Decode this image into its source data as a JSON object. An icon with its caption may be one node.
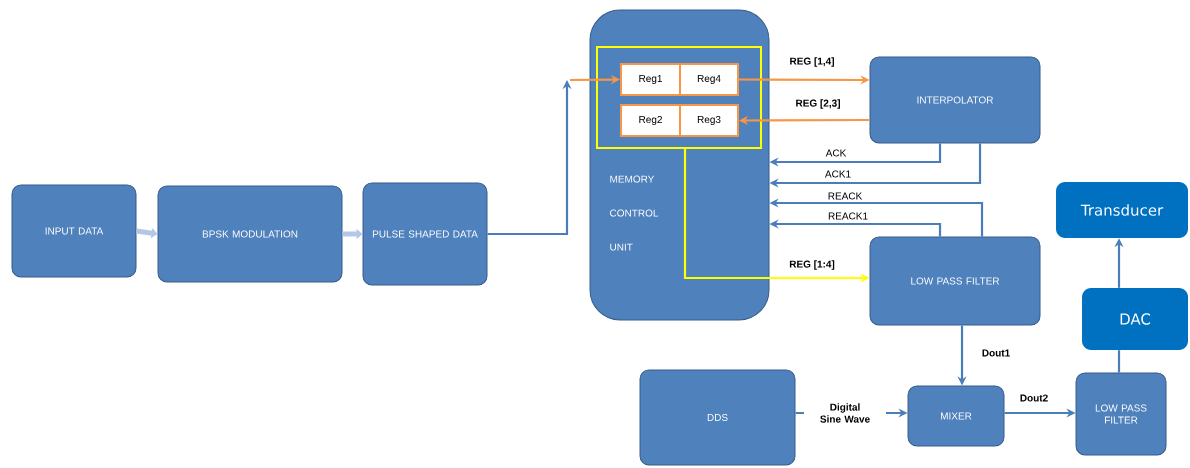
{
  "diagram": {
    "nodes": [
      {
        "text": [
          "INPUT DATA"
        ]
      },
      {
        "text": [
          "BPSK MODULATION"
        ]
      },
      {
        "text": [
          "PULSE SHAPED DATA"
        ]
      },
      {
        "text": [
          "MEMORY CONTROL UNIT"
        ]
      },
      {
        "text": [],
        "shape": "box",
        "in": 3
      },
      {
        "text": [
          "Reg1"
        ],
        "in": 4
      },
      {
        "text": [
          "Reg4"
        ],
        "in": 4
      },
      {
        "text": [
          "Reg2"
        ],
        "in": 4
      },
      {
        "text": [
          "Reg3"
        ],
        "in": 4
      },
      {
        "text": [
          "INTERPOLATOR"
        ]
      },
      {
        "text": [
          "LOW PASS FILTER"
        ]
      },
      {
        "text": [
          "Transducer"
        ]
      },
      {
        "text": [
          "DAC"
        ]
      },
      {
        "text": [
          "DDS"
        ]
      },
      {
        "text": [
          "MIXER"
        ]
      },
      {
        "text": [
          "LOW PASS FILTER"
        ]
      }
    ],
    "edges": [
      {
        "from": 0,
        "to": 1,
        "arrow": "to",
        "style": "thick",
        "color": "#b4c7e7"
      },
      {
        "from": 1,
        "to": 2,
        "arrow": "to",
        "style": "thick",
        "color": "#b4c7e7"
      },
      {
        "from": 2,
        "to": null,
        "arrow": "to"
      },
      {
        "from": null,
        "to": 5,
        "arrow": "to",
        "color": "#f79646"
      },
      {
        "from": 6,
        "to": 9,
        "label": "REG [1,4]",
        "arrow": "to",
        "color": "#f79646"
      },
      {
        "from": 9,
        "to": 8,
        "label": "REG [2,3]",
        "arrow": "to",
        "color": "#f79646"
      },
      {
        "from": 9,
        "to": 3,
        "label": "ACK",
        "arrow": "to"
      },
      {
        "from": 9,
        "to": 3,
        "label": "ACK1",
        "arrow": "to"
      },
      {
        "from": 10,
        "to": 3,
        "label": "REACK",
        "arrow": "to"
      },
      {
        "from": 10,
        "to": 3,
        "label": "REACK1",
        "arrow": "to"
      },
      {
        "from": 4,
        "to": 10,
        "label": "REG [1:4]",
        "arrow": "to",
        "color": "#ffff00"
      },
      {
        "from": 10,
        "to": 14,
        "label": "Dout1",
        "arrow": "to"
      },
      {
        "from": 13,
        "to": 14,
        "label": "Digital Sine Wave",
        "arrow": "to"
      },
      {
        "from": 14,
        "to": 15,
        "label": "Dout2",
        "arrow": "to"
      },
      {
        "from": 15,
        "to": 12,
        "arrow": "none"
      },
      {
        "from": 12,
        "to": 11,
        "arrow": "to"
      }
    ]
  }
}
